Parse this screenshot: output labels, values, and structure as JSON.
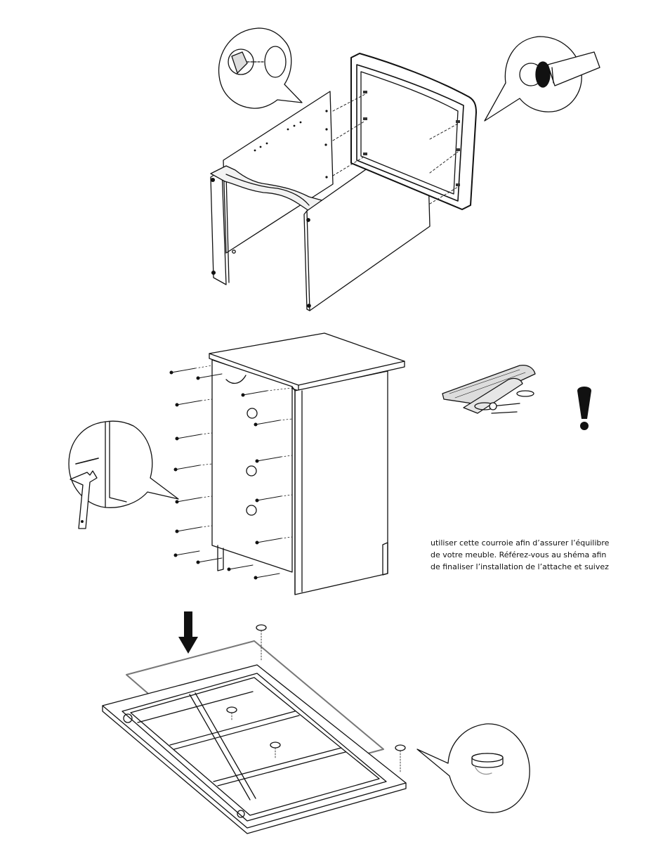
{
  "instruction_note": {
    "line_1": "utiliser cette courroie afin d’assurer l’équilibre",
    "line_2": "de votre meuble.  Référez-vous au shéma afin",
    "line_3": "de finaliser l’installation de l’attache et suivez"
  },
  "icons": [
    "exclamation-icon",
    "hammer-icon",
    "screwdriver-icon",
    "down-arrow-icon"
  ]
}
